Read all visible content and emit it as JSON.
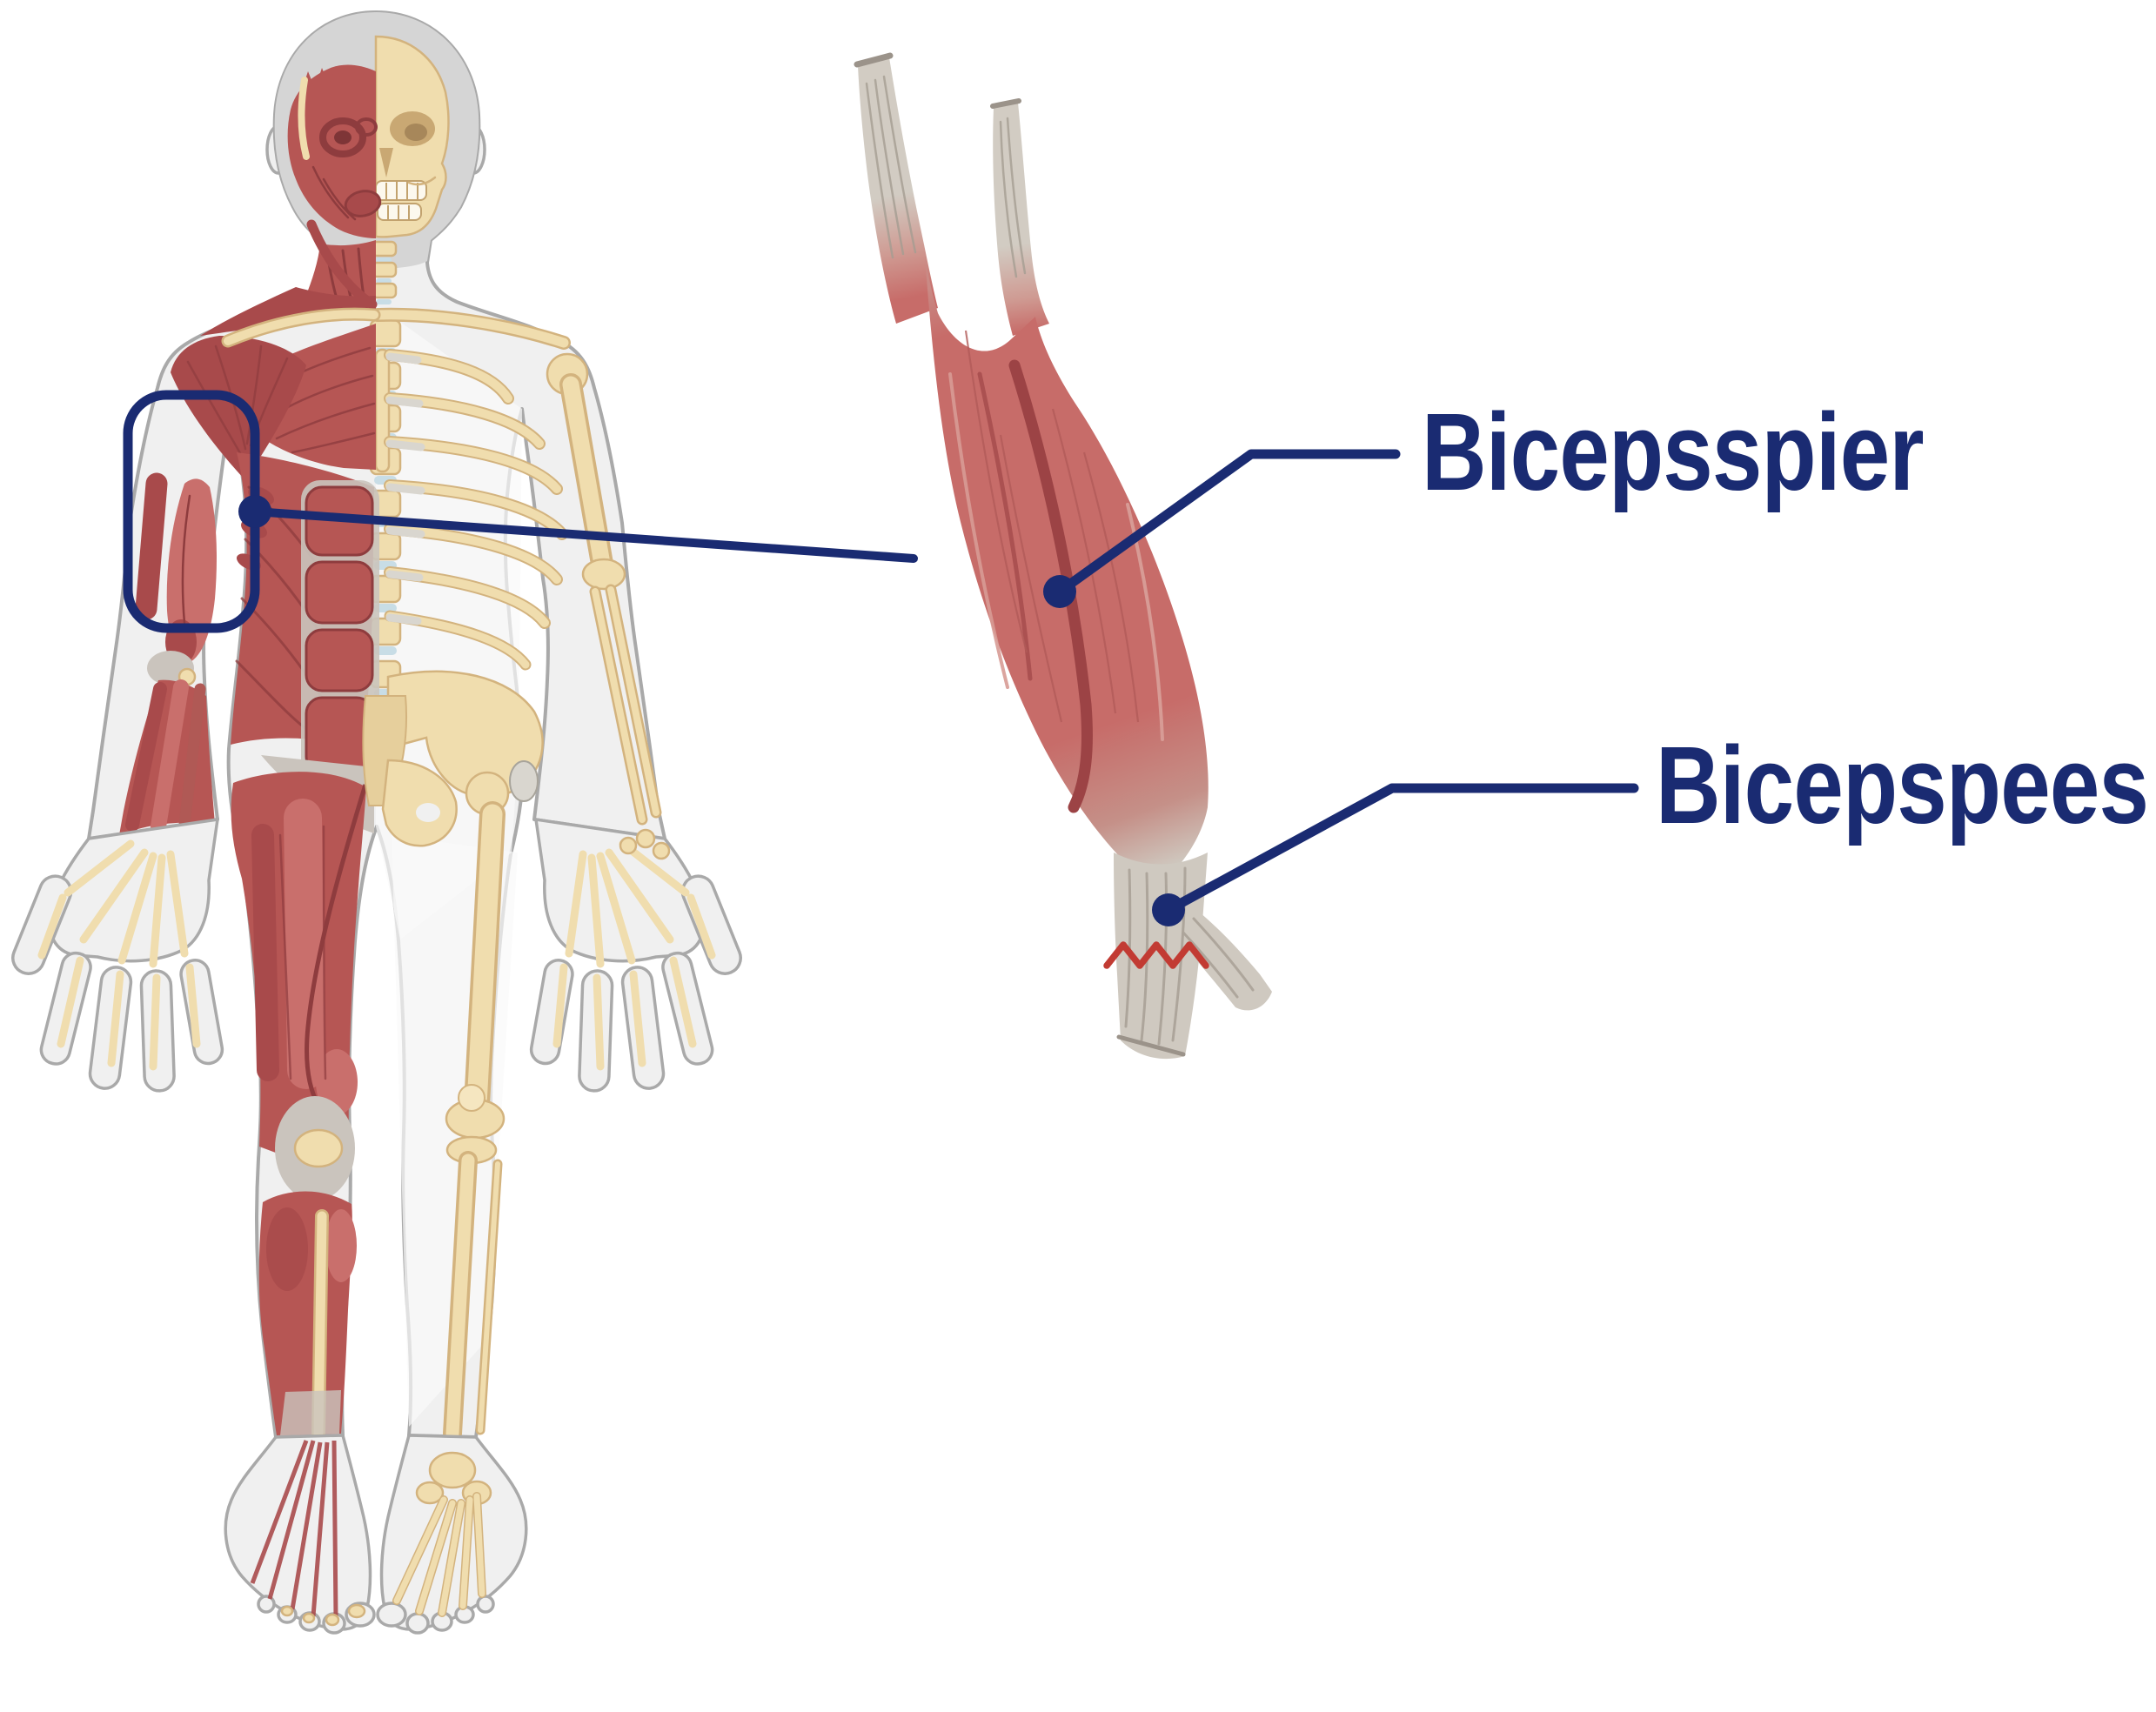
{
  "diagram": {
    "type": "anatomy-annotation-diagram",
    "background": "#ffffff",
    "labels": {
      "muscle": {
        "text": "Bicepsspier"
      },
      "tendon": {
        "text": "Bicepspees"
      }
    },
    "icons": {
      "body": "anatomical-half-muscle-half-skeleton-figure",
      "muscle": "biceps-muscle-illustration",
      "highlight": "highlight-rounded-rectangle",
      "callout": "callout-line-with-dot",
      "tear": "tear-zigzag-icon"
    },
    "colors": {
      "bg": "#ffffff",
      "accent": "#1a2b72",
      "mus": "#b65654",
      "mus_d": "#8e3c3e",
      "mus_d2": "#a84a4b",
      "mus_l": "#c96f6c",
      "imus": "#c76c69",
      "imus_d": "#9c4345",
      "bone": "#f0ddae",
      "bone_edge": "#d3b37e",
      "grey_bone": "#d9d6cf",
      "grey_bone_edge": "#a8a49b",
      "disc": "#c8dde6",
      "sil": "#f0f0f0",
      "sil_edge": "#a9a9a9",
      "cap": "#d5d5d5",
      "fascia": "#cac4bd",
      "tendon": "#cfc9c0",
      "tendon_d": "#a59d92",
      "tear_red": "#c23b33"
    }
  }
}
